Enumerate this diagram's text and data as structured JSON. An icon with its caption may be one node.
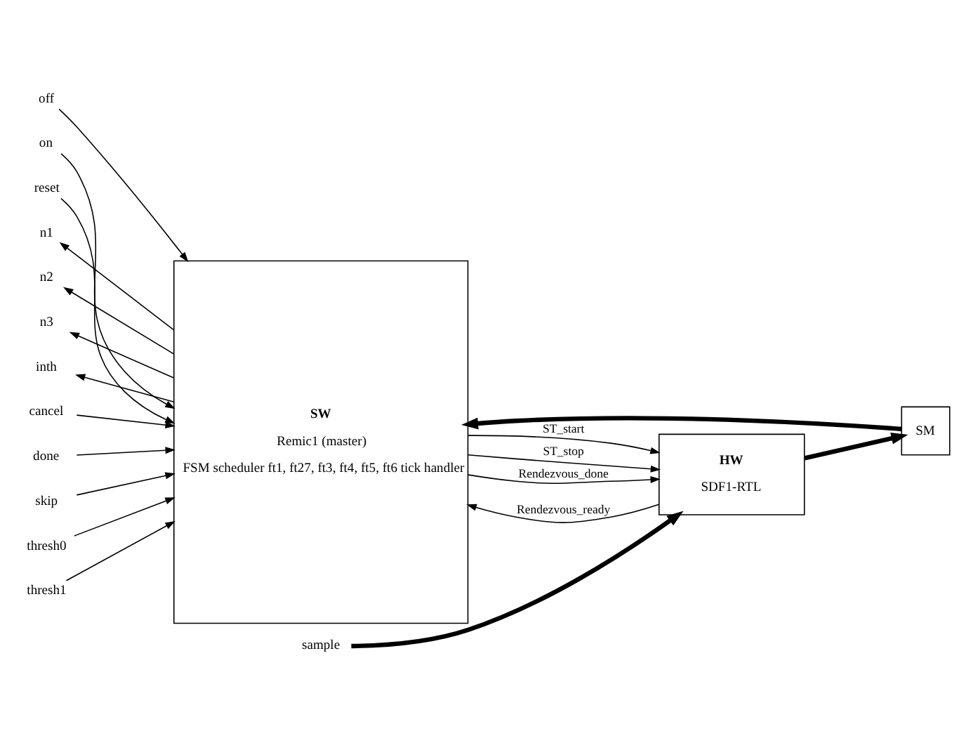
{
  "diagram": {
    "nodes": [
      {
        "text": [
          "SW",
          "Remic1 (master)",
          "FSM scheduler ft1, ft27, ft3, ft4, ft5, ft6 tick handler"
        ]
      },
      {
        "text": [
          "off"
        ]
      },
      {
        "text": [
          "on"
        ]
      },
      {
        "text": [
          "reset"
        ]
      },
      {
        "text": [
          "n1"
        ]
      },
      {
        "text": [
          "n2"
        ]
      },
      {
        "text": [
          "n3"
        ]
      },
      {
        "text": [
          "inth"
        ]
      },
      {
        "text": [
          "cancel"
        ]
      },
      {
        "text": [
          "done"
        ]
      },
      {
        "text": [
          "skip"
        ]
      },
      {
        "text": [
          "thresh0"
        ]
      },
      {
        "text": [
          "thresh1"
        ]
      },
      {
        "text": [
          "HW",
          "SDF1-RTL"
        ]
      },
      {
        "text": [
          "SM"
        ]
      },
      {
        "text": [
          "sample"
        ]
      }
    ],
    "edges": [
      {
        "from": 1,
        "to": 0,
        "arrow": "to"
      },
      {
        "from": 2,
        "to": 0,
        "arrow": "to"
      },
      {
        "from": 3,
        "to": 0,
        "arrow": "to"
      },
      {
        "from": 0,
        "to": 4,
        "arrow": "to"
      },
      {
        "from": 0,
        "to": 5,
        "arrow": "to"
      },
      {
        "from": 0,
        "to": 6,
        "arrow": "to"
      },
      {
        "from": 0,
        "to": 7,
        "arrow": "to"
      },
      {
        "from": 8,
        "to": 0,
        "arrow": "to"
      },
      {
        "from": 9,
        "to": 0,
        "arrow": "to"
      },
      {
        "from": 10,
        "to": 0,
        "arrow": "to"
      },
      {
        "from": 11,
        "to": 0,
        "arrow": "to"
      },
      {
        "from": 12,
        "to": 0,
        "arrow": "to"
      },
      {
        "from": 0,
        "to": 13,
        "arrow": "to",
        "label": "ST_start"
      },
      {
        "from": 0,
        "to": 13,
        "arrow": "to",
        "label": "ST_stop"
      },
      {
        "from": 13,
        "to": 0,
        "arrow": "to",
        "label": "Rendezvous_ready"
      },
      {
        "from": 0,
        "to": 13,
        "arrow": "to",
        "label": "Rendezvous_done"
      },
      {
        "from": 13,
        "to": 14,
        "arrow": "to",
        "style": "thick"
      },
      {
        "from": 14,
        "to": 0,
        "arrow": "to",
        "style": "thick"
      },
      {
        "from": 15,
        "to": 13,
        "arrow": "to",
        "style": "thick"
      }
    ]
  }
}
